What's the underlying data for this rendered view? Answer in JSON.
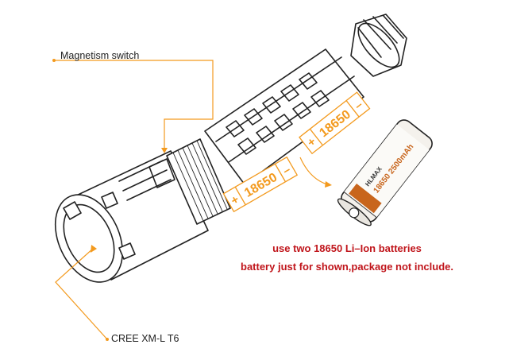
{
  "annotations": {
    "switch_label": "Magnetism switch",
    "led_label": "CREE XM-L T6"
  },
  "battery_labels": {
    "upper": {
      "plus": "+",
      "model": "18650",
      "minus": "–"
    },
    "lower": {
      "plus": "+",
      "model": "18650",
      "minus": "–"
    }
  },
  "battery_cell": {
    "brand": "HLMAX",
    "print": "18650 2500mAh"
  },
  "notes": {
    "line1": "use two 18650 Li–Ion batteries",
    "line2": "battery just for shown,package not include."
  },
  "colors": {
    "leader": "#f39a1e",
    "note_text": "#c0151b",
    "outline": "#222222",
    "cell_accent": "#c8651c"
  },
  "icons": [
    "flashlight-illustration",
    "battery-illustration"
  ]
}
